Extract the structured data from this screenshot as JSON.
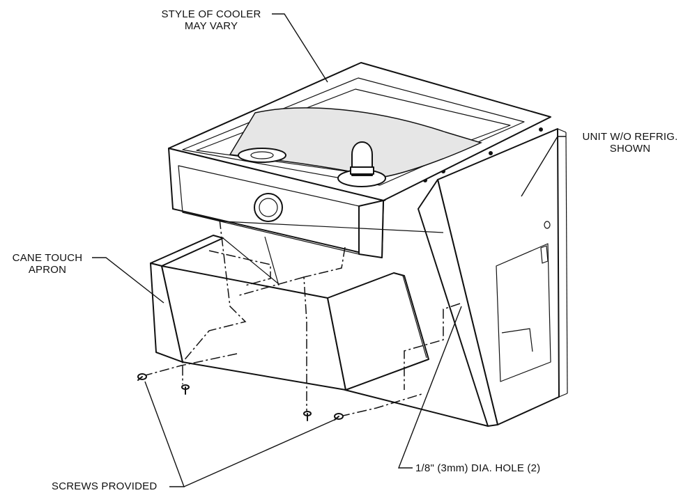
{
  "labels": {
    "style_of_cooler_line1": "STYLE OF COOLER",
    "style_of_cooler_line2": "MAY VARY",
    "unit_without_refrig_line1": "UNIT W/O REFRIG.",
    "unit_without_refrig_line2": "SHOWN",
    "cane_touch_apron_line1": "CANE TOUCH",
    "cane_touch_apron_line2": "APRON",
    "screws_provided": "SCREWS PROVIDED",
    "hole_note": "1/8\" (3mm) DIA. HOLE (2)"
  },
  "colors": {
    "line": "#111111",
    "background": "#ffffff"
  }
}
